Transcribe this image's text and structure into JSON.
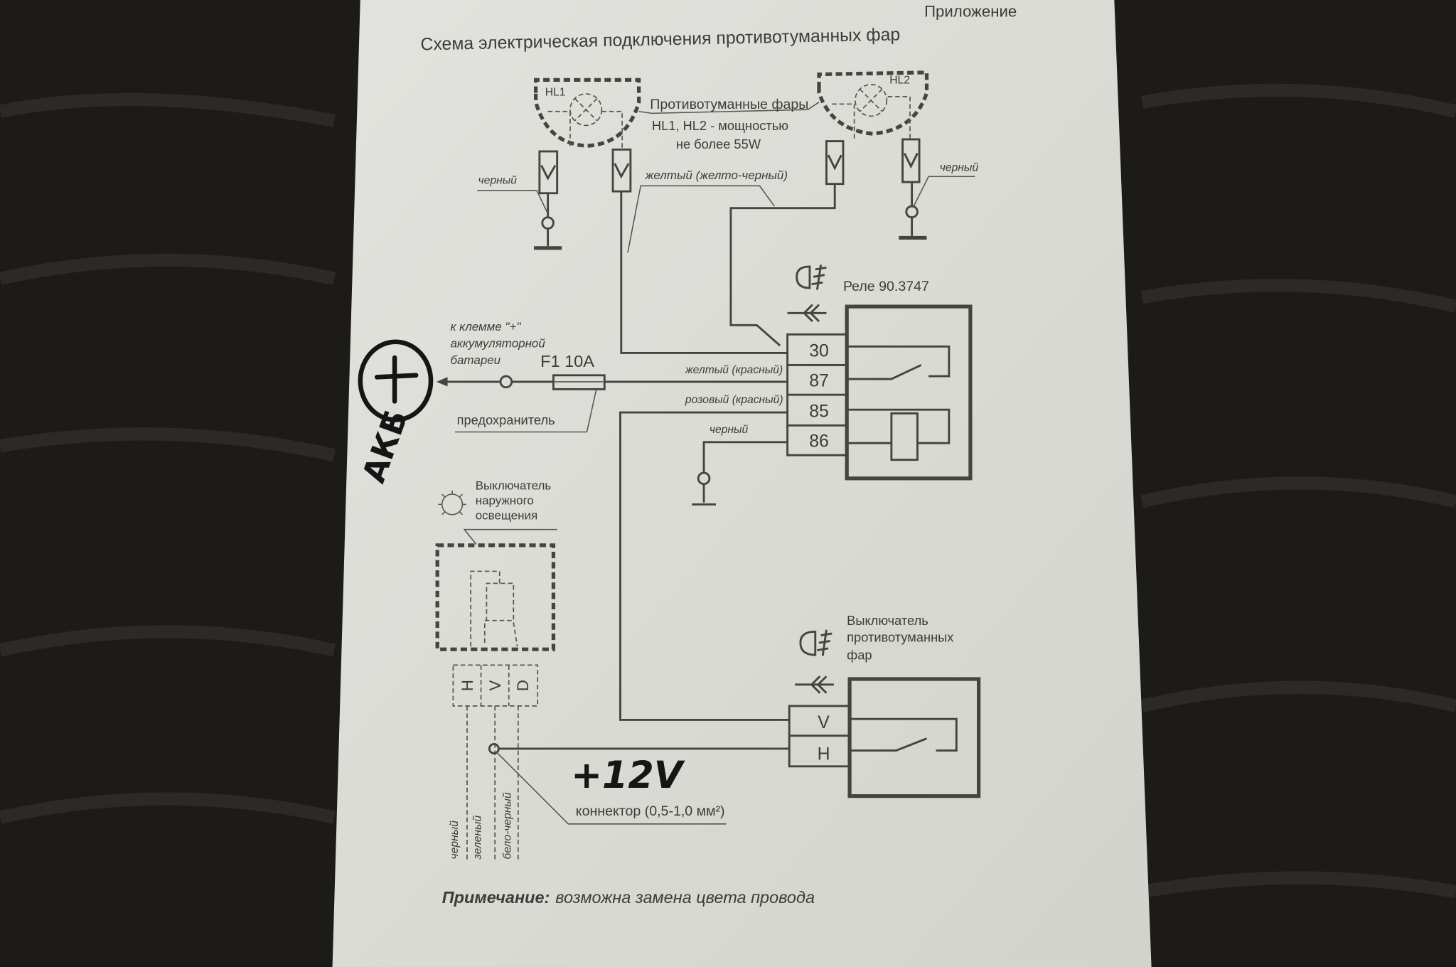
{
  "header": {
    "appendix": "Приложение",
    "title": "Схема электрическая подключения противотуманных фар"
  },
  "lamps": {
    "hl1": "HL1",
    "hl2": "HL2",
    "caption1": "Противотуманные фары",
    "caption2": "HL1, HL2 - мощностью",
    "caption3": "не более 55W"
  },
  "wires": {
    "black_left": "черный",
    "black_right": "черный",
    "yellow_black": "желтый (желто-черный)",
    "yellow_red": "желтый (красный)",
    "pink_red": "розовый (красный)",
    "black_86": "черный"
  },
  "battery": {
    "line1": "к клемме \"+\"",
    "line2": "аккумуляторной",
    "line3": "батареи"
  },
  "fuse": {
    "label": "F1 10A",
    "caption": "предохранитель"
  },
  "relay": {
    "label": "Реле 90.3747",
    "pins": [
      "30",
      "87",
      "85",
      "86"
    ]
  },
  "light_switch": {
    "line1": "Выключатель",
    "line2": "наружного",
    "line3": "освещения",
    "pins": [
      "H",
      "V",
      "D"
    ],
    "wire_colors": [
      "черный",
      "зеленый",
      "бело-черный"
    ]
  },
  "fog_switch": {
    "line1": "Выключатель",
    "line2": "противотуманных",
    "line3": "фар",
    "pins": [
      "V",
      "H"
    ]
  },
  "connector": {
    "label": "коннектор (0,5-1,0 мм²)"
  },
  "handwritten": {
    "plus": "+",
    "akb": "АКБ",
    "v12": "+12V"
  },
  "note": {
    "bold": "Примечание:",
    "text": "возможна замена цвета провода"
  }
}
